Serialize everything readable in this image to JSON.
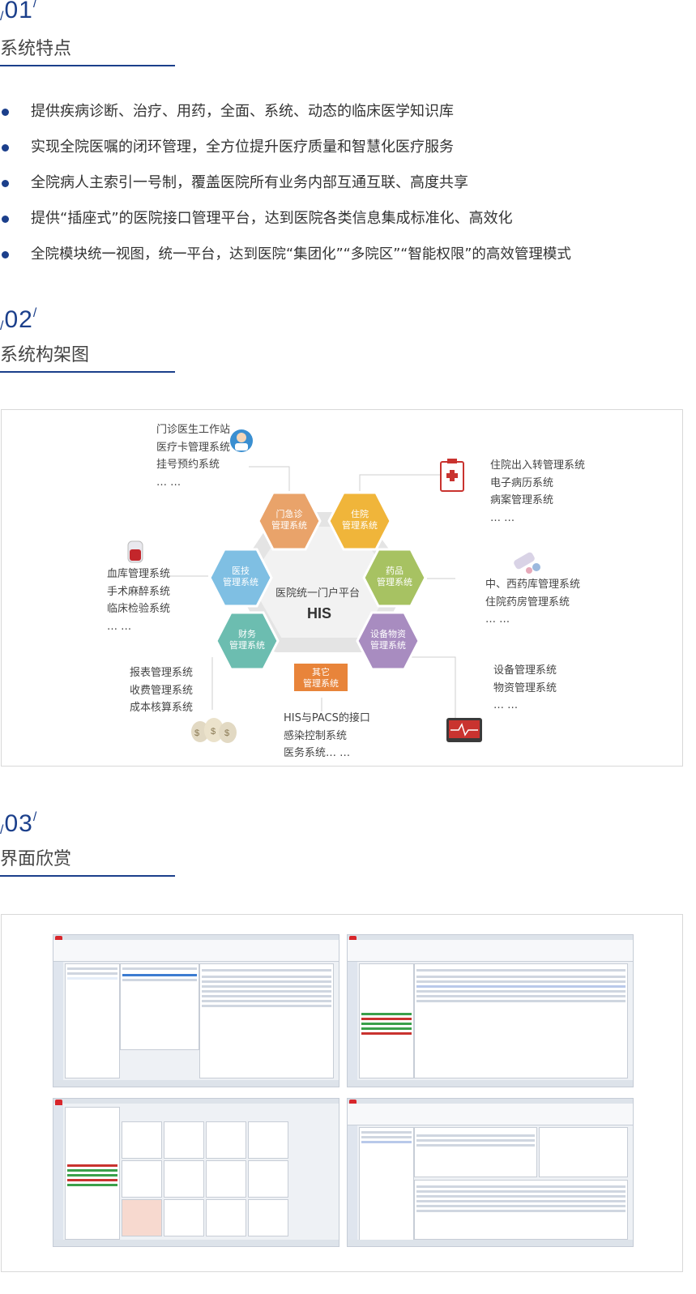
{
  "sections": [
    {
      "num": "01",
      "title": "系统特点"
    },
    {
      "num": "02",
      "title": "系统构架图"
    },
    {
      "num": "03",
      "title": "界面欣赏"
    }
  ],
  "features": [
    "提供疾病诊断、治疗、用药，全面、系统、动态的临床医学知识库",
    "实现全院医嘱的闭环管理，全方位提升医疗质量和智慧化医疗服务",
    "全院病人主索引一号制，覆盖医院所有业务内部互通互联、高度共享",
    "提供“插座式”的医院接口管理平台，达到医院各类信息集成标准化、高效化",
    "全院模块统一视图，统一平台，达到医院“集团化”“多院区”“智能权限”的高效管理模式"
  ],
  "arch": {
    "center_sub": "医院统一门户平台",
    "center_main": "HIS",
    "hexes": [
      {
        "l1": "门急诊",
        "l2": "管理系统",
        "color": "#e9a36a"
      },
      {
        "l1": "住院",
        "l2": "管理系统",
        "color": "#f0b53a"
      },
      {
        "l1": "药品",
        "l2": "管理系统",
        "color": "#a7c262"
      },
      {
        "l1": "设备物资",
        "l2": "管理系统",
        "color": "#a88cc0"
      },
      {
        "l1": "其它",
        "l2": "管理系统",
        "color": "#e8843a"
      },
      {
        "l1": "财务",
        "l2": "管理系统",
        "color": "#6cbdb0"
      },
      {
        "l1": "医技",
        "l2": "管理系统",
        "color": "#7fbfe3"
      }
    ],
    "groups": {
      "outpatient": [
        "门诊医生工作站",
        "医疗卡管理系统",
        "挂号预约系统",
        "… …"
      ],
      "inpatient": [
        "住院出入转管理系统",
        "电子病历系统",
        "病案管理系统",
        "… …"
      ],
      "pharmacy": [
        "中、西药库管理系统",
        "住院药房管理系统",
        "… …"
      ],
      "equipment": [
        "设备管理系统",
        "物资管理系统",
        "… …"
      ],
      "other": [
        "HIS与PACS的接口",
        "感染控制系统",
        "医务系统… …"
      ],
      "finance": [
        "报表管理系统",
        "收费管理系统",
        "成本核算系统"
      ],
      "medtech": [
        "血库管理系统",
        "手术麻醉系统",
        "临床检验系统",
        "… …"
      ]
    }
  }
}
